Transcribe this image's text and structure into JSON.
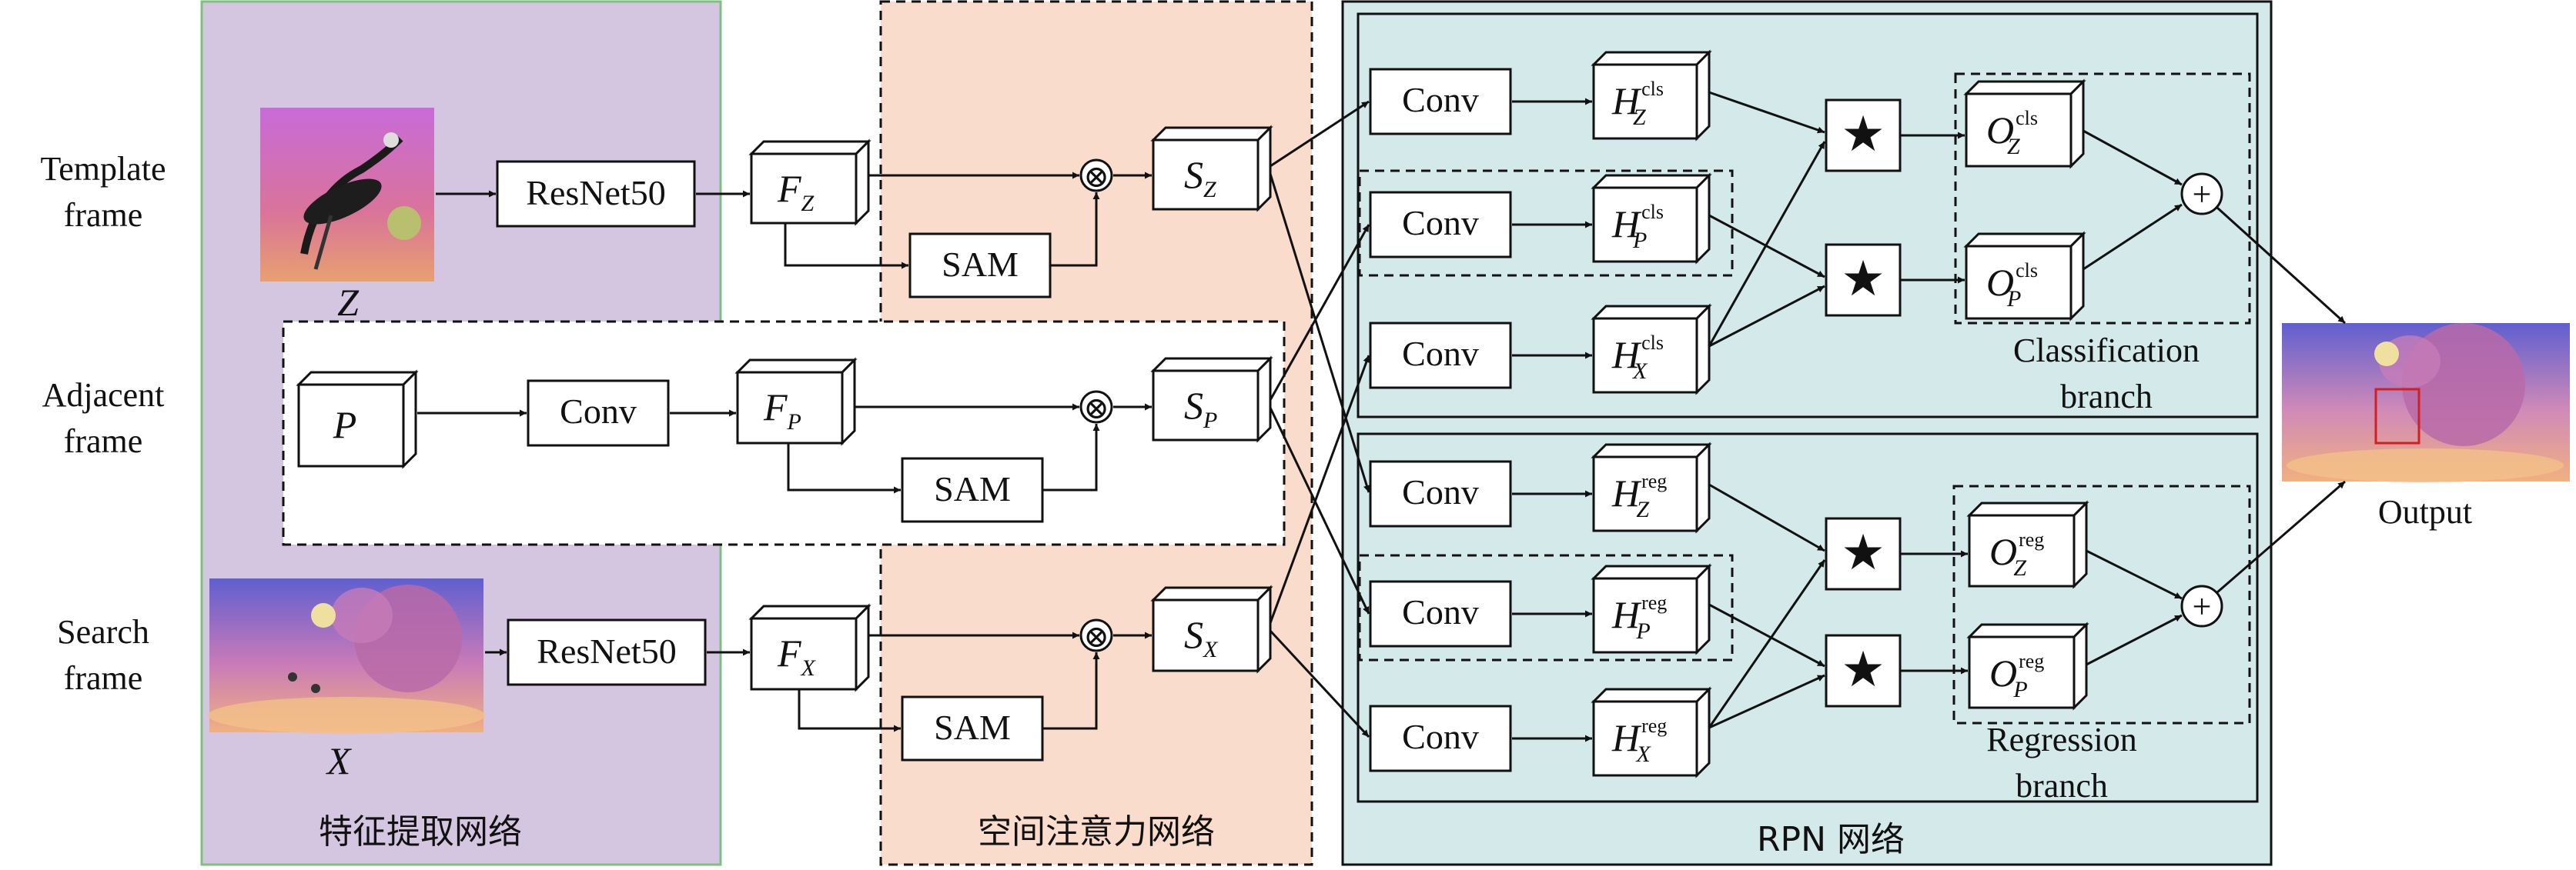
{
  "inputs": {
    "template_label_1": "Template",
    "template_label_2": "frame",
    "template_var": "Z",
    "adjacent_label_1": "Adjacent",
    "adjacent_label_2": "frame",
    "adjacent_var": "P",
    "search_label_1": "Search",
    "search_label_2": "frame",
    "search_var": "X"
  },
  "modules": {
    "resnet": "ResNet50",
    "conv": "Conv",
    "sam": "SAM",
    "otimes": "⊗",
    "plus": "+",
    "star": "★"
  },
  "symbols": {
    "F": "F",
    "S": "S",
    "H": "H",
    "O": "O",
    "sub_Z": "Z",
    "sub_P": "P",
    "sub_X": "X",
    "sup_cls": "cls",
    "sup_reg": "reg"
  },
  "regions": {
    "feature_extraction": "特征提取网络",
    "spatial_attention": "空间注意力网络",
    "rpn": "RPN 网络",
    "classification_1": "Classification",
    "classification_2": "branch",
    "regression_1": "Regression",
    "regression_2": "branch",
    "output": "Output"
  },
  "colors": {
    "feature_bg": "#d4c5e0",
    "feature_border": "#7fbf7f",
    "attention_bg": "#f9dccc",
    "rpn_bg": "#d4eaea"
  }
}
